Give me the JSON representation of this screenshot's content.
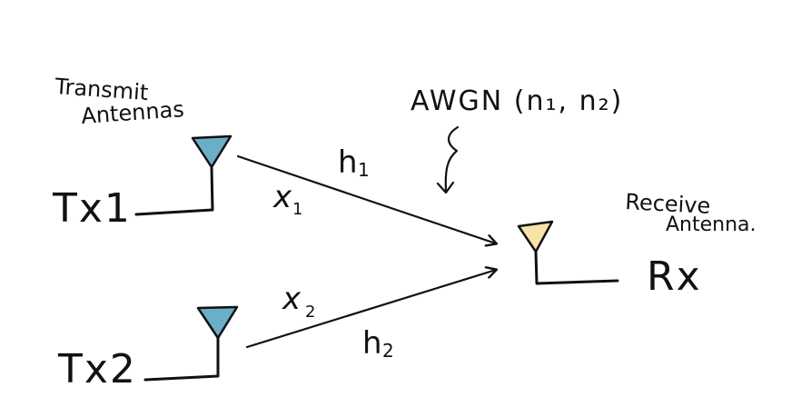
{
  "labels": {
    "transmit_line1": "Transmit",
    "transmit_line2": "Antennas",
    "tx1": "Tx1",
    "tx2": "Tx2",
    "x1_symbol": "x",
    "x1_subscript": "1",
    "x2_symbol": "x",
    "x2_subscript": "2",
    "h1": "h",
    "h1_subscript": "1",
    "h2": "h",
    "h2_subscript": "2",
    "awgn": "AWGN (n₁, n₂)",
    "receive_line1": "Receive",
    "receive_line2": "Antenna.",
    "rx": "Rx"
  },
  "colors": {
    "tx_antenna_fill": "#6aaec8",
    "rx_antenna_fill": "#f7e3a6",
    "ink": "#111111"
  }
}
